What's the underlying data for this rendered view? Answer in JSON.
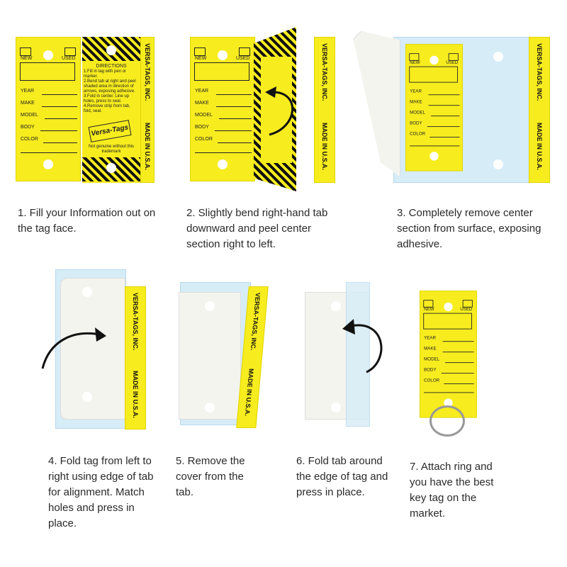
{
  "tag": {
    "new": "NEW",
    "used": "USED",
    "fields": [
      "YEAR",
      "MAKE",
      "MODEL",
      "BODY",
      "COLOR"
    ],
    "strip_brand": "VERSA-TAGS, INC.",
    "strip_origin": "MADE IN U.S.A.",
    "directions_title": "DIRECTIONS",
    "directions": [
      "1.Fill in tag with pen or marker.",
      "2.Bend tab at right and peel shaded area in direction of arrows, exposing adhesive.",
      "3.Fold in center. Line up holes, press to seal.",
      "4.Remove strip from tab, fold, seal."
    ],
    "logo": "Versa-Tags",
    "trademark_note": "Not genuine without this trademark"
  },
  "colors": {
    "tag_yellow": "#f7ec1e",
    "adhesive_blue": "#d6ecf7",
    "cover_white": "#f4f4ee"
  },
  "steps": [
    "1. Fill your Information out on the tag face.",
    "2. Slightly bend right-hand tab downward and peel center section right to left.",
    "3. Completely remove center section from surface, exposing adhesive.",
    "4. Fold tag from left to right using edge of tab for alignment. Match holes and press in place.",
    "5. Remove the cover from the tab.",
    "6. Fold tab around the edge of tag and press in place.",
    "7. Attach ring and you have the best key tag on the market."
  ]
}
